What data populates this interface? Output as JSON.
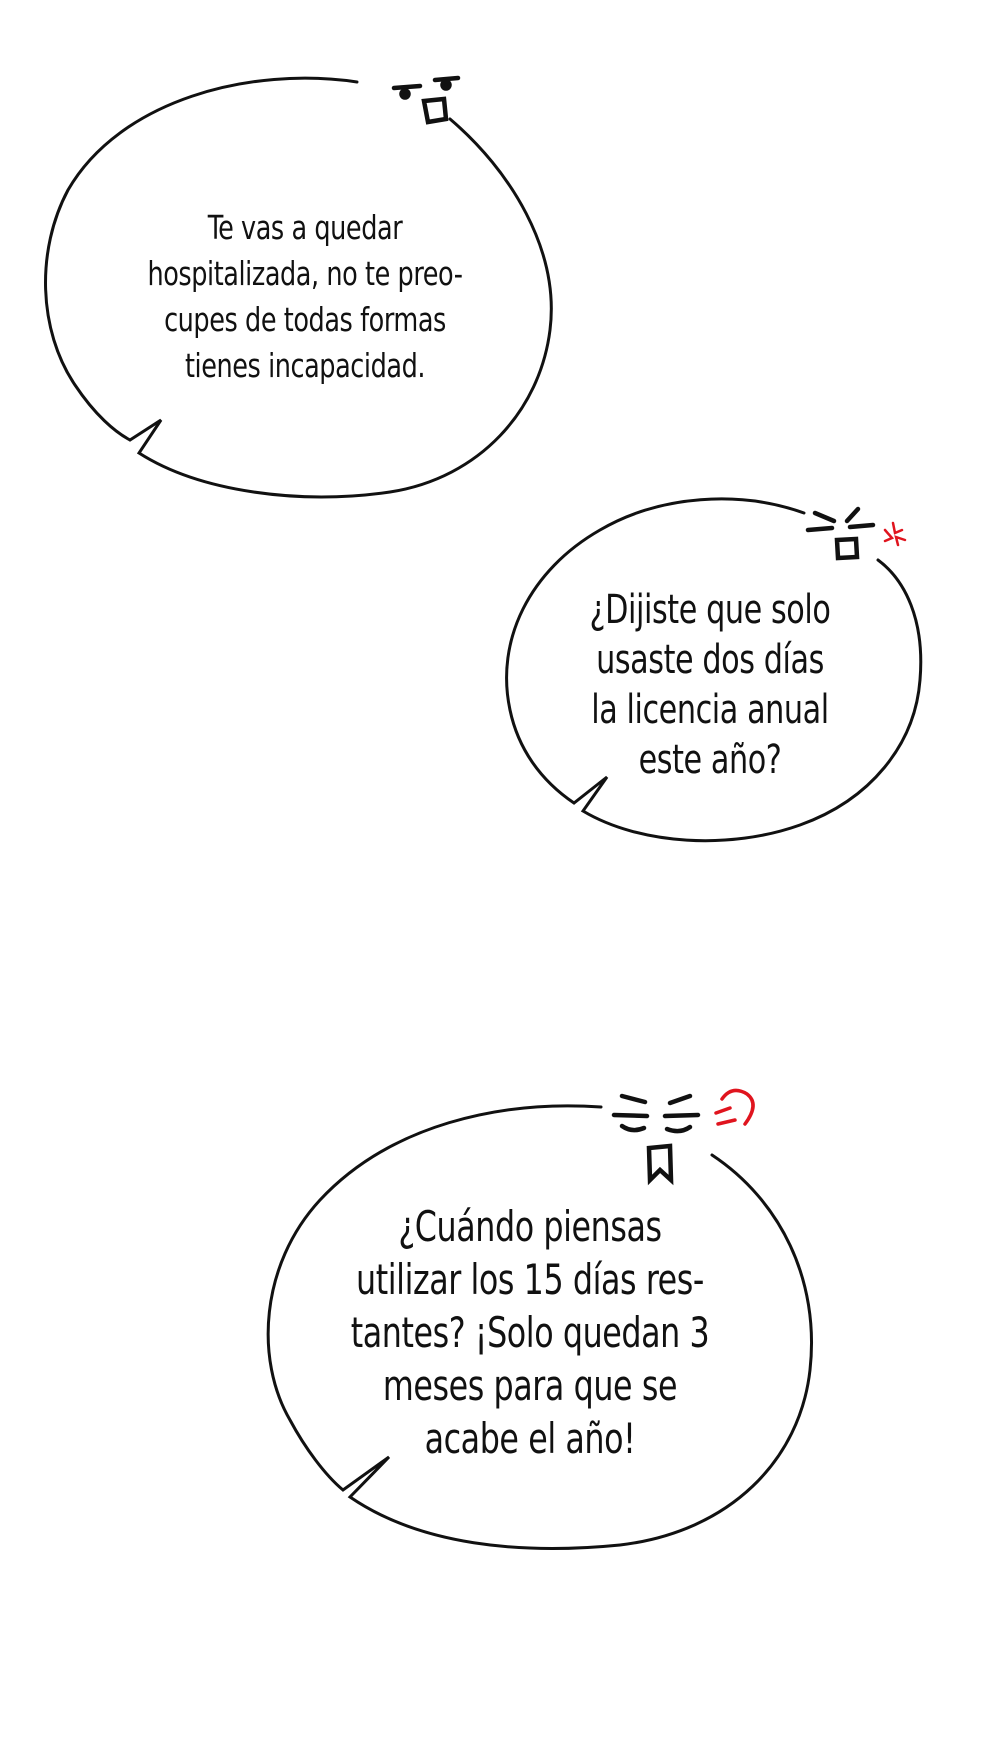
{
  "page": {
    "background_color": "#ffffff",
    "ink_color": "#111111",
    "accent_red": "#e0141e"
  },
  "bubbles": [
    {
      "id": "bubble-1",
      "lines": [
        "Te vas a quedar",
        "hospitalizada, no te preo-",
        "cupes de todas formas",
        "tienes incapacidad."
      ],
      "emote_icon": "shocked-face-icon"
    },
    {
      "id": "bubble-2",
      "lines": [
        "¿Dijiste que solo",
        "usaste dos días",
        "la licencia anual",
        "este año?"
      ],
      "emote_icon": "angry-face-icon",
      "accent_icon": "anger-vein-icon"
    },
    {
      "id": "bubble-3",
      "lines": [
        "¿Cuándo piensas",
        "utilizar los 15 días res-",
        "tantes? ¡Solo quedan 3",
        "meses para que se",
        "acabe el año!"
      ],
      "emote_icon": "shouting-face-icon",
      "accent_icon": "puff-icon"
    }
  ]
}
